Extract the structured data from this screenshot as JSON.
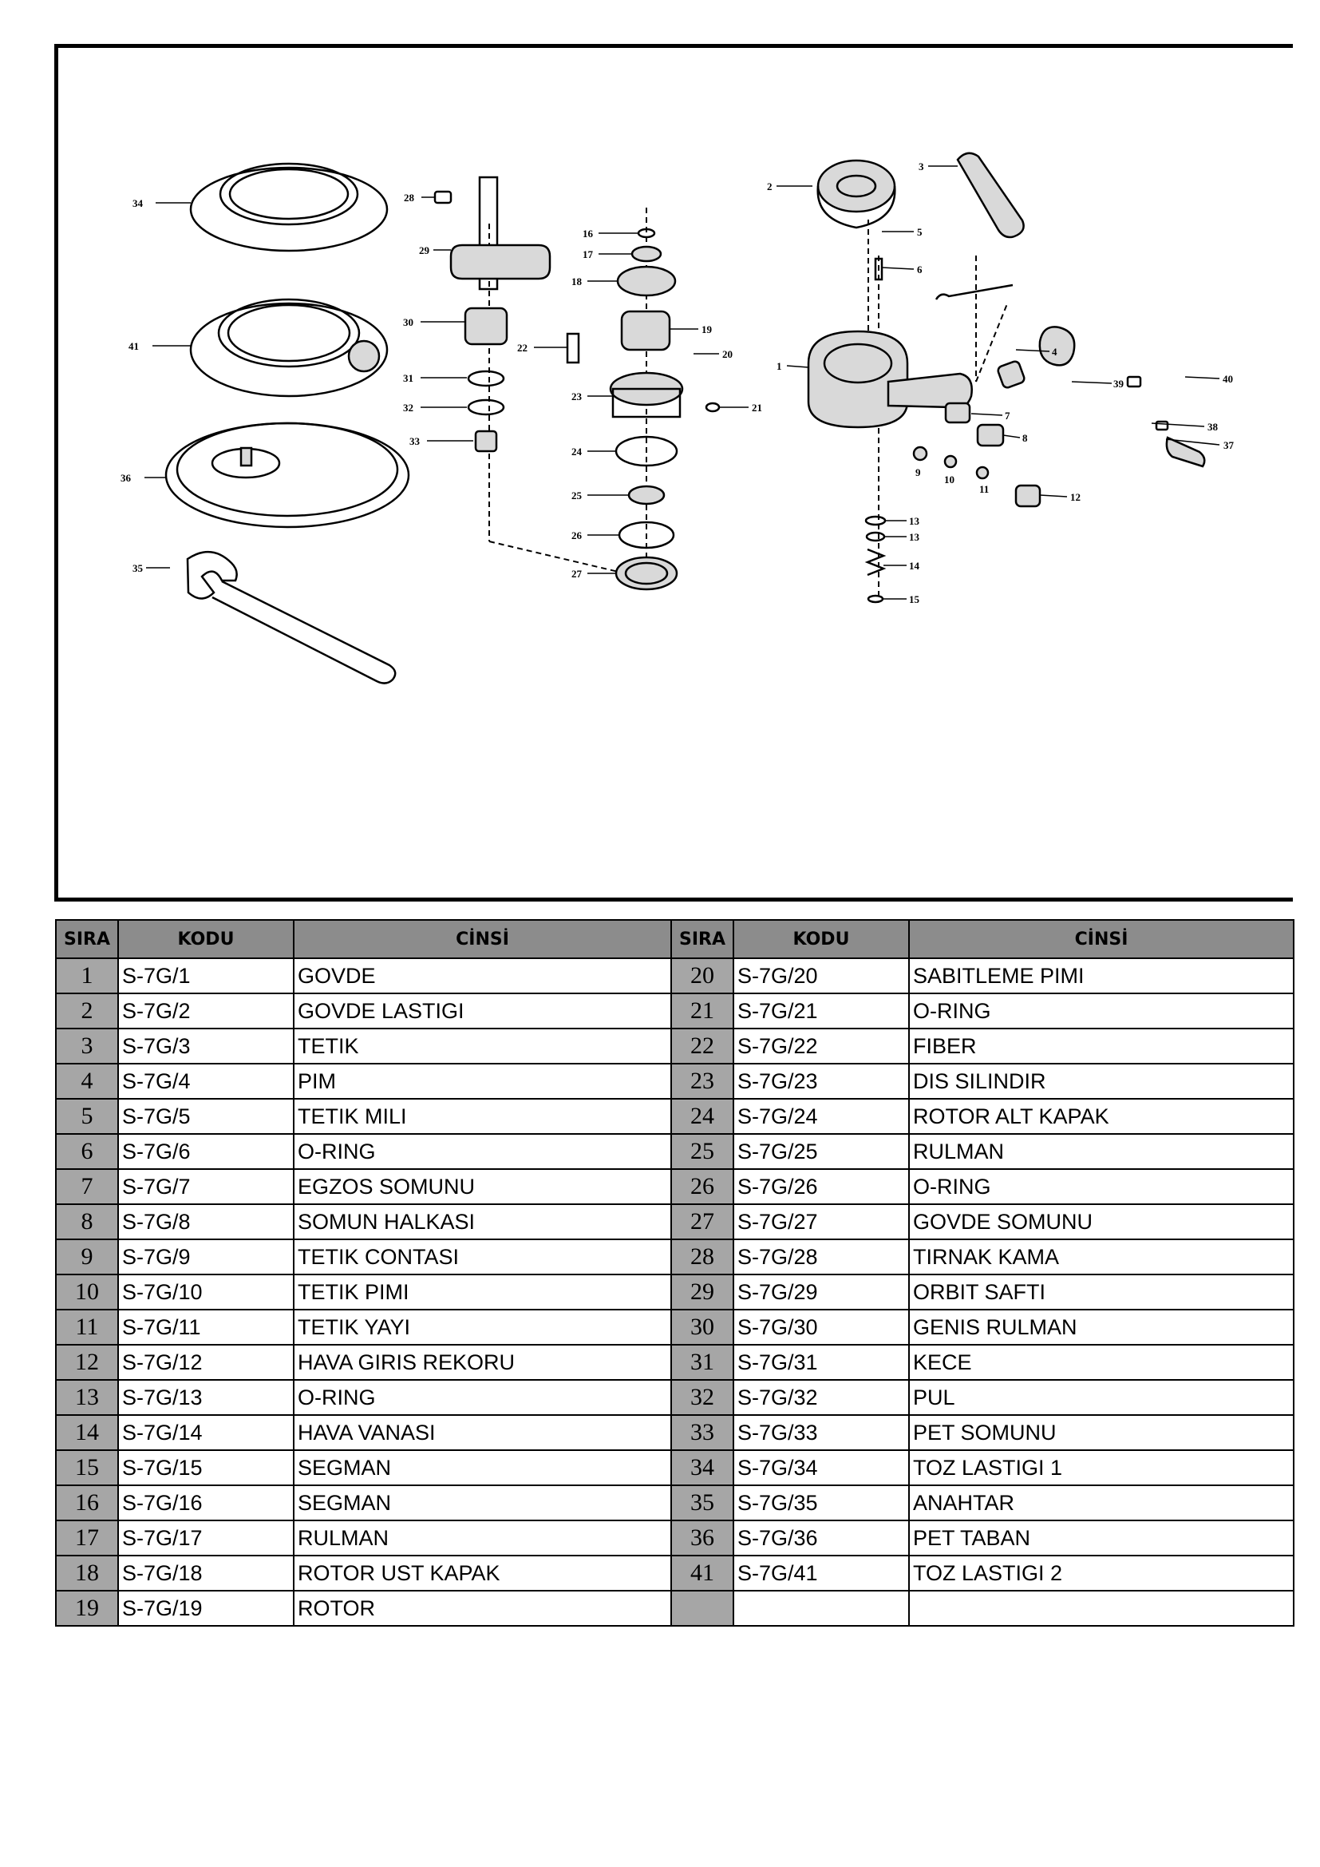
{
  "diagram": {
    "callouts": [
      "34",
      "41",
      "36",
      "35",
      "28",
      "29",
      "30",
      "31",
      "32",
      "33",
      "16",
      "17",
      "18",
      "19",
      "20",
      "21",
      "22",
      "23",
      "24",
      "25",
      "26",
      "27",
      "2",
      "3",
      "4",
      "5",
      "6",
      "1",
      "7",
      "8",
      "9",
      "10",
      "11",
      "12",
      "13",
      "14",
      "15",
      "37",
      "38",
      "39",
      "40"
    ]
  },
  "table": {
    "headers": [
      "SIRA",
      "KODU",
      "CİNSİ",
      "SIRA",
      "KODU",
      "CİNSİ"
    ],
    "rows": [
      {
        "l_sira": "1",
        "l_kodu": "S-7G/1",
        "l_cinsi": "GOVDE",
        "r_sira": "20",
        "r_kodu": "S-7G/20",
        "r_cinsi": "SABITLEME PIMI"
      },
      {
        "l_sira": "2",
        "l_kodu": "S-7G/2",
        "l_cinsi": "GOVDE LASTIGI",
        "r_sira": "21",
        "r_kodu": "S-7G/21",
        "r_cinsi": "O-RING"
      },
      {
        "l_sira": "3",
        "l_kodu": "S-7G/3",
        "l_cinsi": "TETIK",
        "r_sira": "22",
        "r_kodu": "S-7G/22",
        "r_cinsi": "FIBER"
      },
      {
        "l_sira": "4",
        "l_kodu": "S-7G/4",
        "l_cinsi": "PIM",
        "r_sira": "23",
        "r_kodu": "S-7G/23",
        "r_cinsi": "DIS SILINDIR"
      },
      {
        "l_sira": "5",
        "l_kodu": "S-7G/5",
        "l_cinsi": "TETIK MILI",
        "r_sira": "24",
        "r_kodu": "S-7G/24",
        "r_cinsi": "ROTOR ALT KAPAK"
      },
      {
        "l_sira": "6",
        "l_kodu": "S-7G/6",
        "l_cinsi": "O-RING",
        "r_sira": "25",
        "r_kodu": "S-7G/25",
        "r_cinsi": "RULMAN"
      },
      {
        "l_sira": "7",
        "l_kodu": "S-7G/7",
        "l_cinsi": "EGZOS SOMUNU",
        "r_sira": "26",
        "r_kodu": "S-7G/26",
        "r_cinsi": "O-RING"
      },
      {
        "l_sira": "8",
        "l_kodu": "S-7G/8",
        "l_cinsi": "SOMUN HALKASI",
        "r_sira": "27",
        "r_kodu": "S-7G/27",
        "r_cinsi": "GOVDE SOMUNU"
      },
      {
        "l_sira": "9",
        "l_kodu": "S-7G/9",
        "l_cinsi": "TETIK CONTASI",
        "r_sira": "28",
        "r_kodu": "S-7G/28",
        "r_cinsi": "TIRNAK KAMA"
      },
      {
        "l_sira": "10",
        "l_kodu": "S-7G/10",
        "l_cinsi": "TETIK PIMI",
        "r_sira": "29",
        "r_kodu": "S-7G/29",
        "r_cinsi": "ORBIT SAFTI"
      },
      {
        "l_sira": "11",
        "l_kodu": "S-7G/11",
        "l_cinsi": "TETIK YAYI",
        "r_sira": "30",
        "r_kodu": "S-7G/30",
        "r_cinsi": "GENIS RULMAN"
      },
      {
        "l_sira": "12",
        "l_kodu": "S-7G/12",
        "l_cinsi": "HAVA GIRIS REKORU",
        "r_sira": "31",
        "r_kodu": "S-7G/31",
        "r_cinsi": "KECE"
      },
      {
        "l_sira": "13",
        "l_kodu": "S-7G/13",
        "l_cinsi": "O-RING",
        "r_sira": "32",
        "r_kodu": "S-7G/32",
        "r_cinsi": "PUL"
      },
      {
        "l_sira": "14",
        "l_kodu": "S-7G/14",
        "l_cinsi": "HAVA VANASI",
        "r_sira": "33",
        "r_kodu": "S-7G/33",
        "r_cinsi": "PET SOMUNU"
      },
      {
        "l_sira": "15",
        "l_kodu": "S-7G/15",
        "l_cinsi": "SEGMAN",
        "r_sira": "34",
        "r_kodu": "S-7G/34",
        "r_cinsi": "TOZ LASTIGI 1"
      },
      {
        "l_sira": "16",
        "l_kodu": "S-7G/16",
        "l_cinsi": "SEGMAN",
        "r_sira": "35",
        "r_kodu": "S-7G/35",
        "r_cinsi": "ANAHTAR"
      },
      {
        "l_sira": "17",
        "l_kodu": "S-7G/17",
        "l_cinsi": "RULMAN",
        "r_sira": "36",
        "r_kodu": "S-7G/36",
        "r_cinsi": "PET TABAN"
      },
      {
        "l_sira": "18",
        "l_kodu": "S-7G/18",
        "l_cinsi": "ROTOR UST KAPAK",
        "r_sira": "41",
        "r_kodu": "S-7G/41",
        "r_cinsi": "TOZ LASTIGI 2"
      },
      {
        "l_sira": "19",
        "l_kodu": "S-7G/19",
        "l_cinsi": "ROTOR",
        "r_sira": "",
        "r_kodu": "",
        "r_cinsi": ""
      }
    ]
  }
}
